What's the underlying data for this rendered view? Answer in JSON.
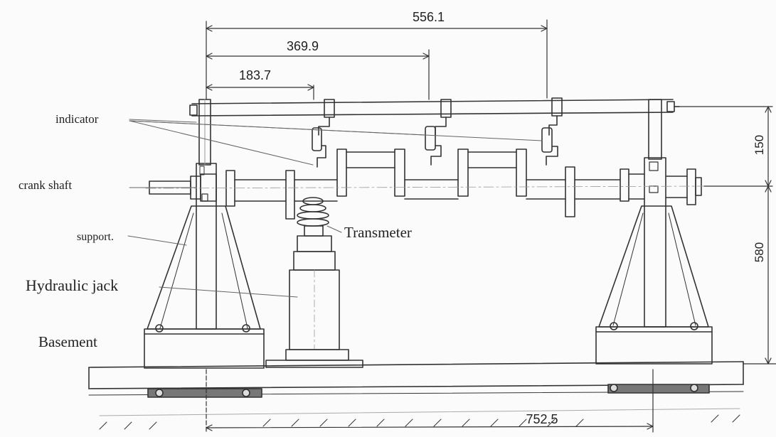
{
  "dimensions": {
    "top1": "556.1",
    "top2": "369.9",
    "top3": "183.7",
    "right_upper": "150",
    "right_lower": "580",
    "bottom": "752.5"
  },
  "labels": {
    "indicator": "indicator",
    "crankshaft": "crank shaft",
    "support": "support.",
    "transmeter": "Transmeter",
    "hydraulic_jack": "Hydraulic jack",
    "basement": "Basement"
  }
}
